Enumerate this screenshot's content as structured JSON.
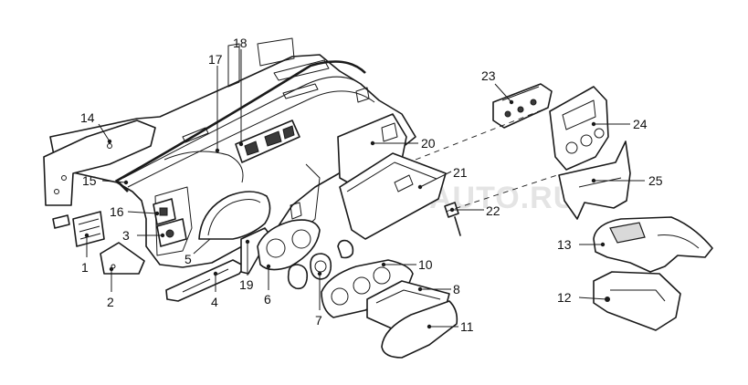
{
  "watermark": "AUTO.RU",
  "callouts": [
    {
      "id": "c1",
      "label": "1"
    },
    {
      "id": "c2",
      "label": "2"
    },
    {
      "id": "c3",
      "label": "3"
    },
    {
      "id": "c4",
      "label": "4"
    },
    {
      "id": "c5",
      "label": "5"
    },
    {
      "id": "c6",
      "label": "6"
    },
    {
      "id": "c7",
      "label": "7"
    },
    {
      "id": "c8",
      "label": "8"
    },
    {
      "id": "c10",
      "label": "10"
    },
    {
      "id": "c11",
      "label": "11"
    },
    {
      "id": "c12",
      "label": "12"
    },
    {
      "id": "c13",
      "label": "13"
    },
    {
      "id": "c14",
      "label": "14"
    },
    {
      "id": "c15",
      "label": "15"
    },
    {
      "id": "c16",
      "label": "16"
    },
    {
      "id": "c17",
      "label": "17"
    },
    {
      "id": "c18",
      "label": "18"
    },
    {
      "id": "c19",
      "label": "19"
    },
    {
      "id": "c20",
      "label": "20"
    },
    {
      "id": "c21",
      "label": "21"
    },
    {
      "id": "c22",
      "label": "22"
    },
    {
      "id": "c23",
      "label": "23"
    },
    {
      "id": "c24",
      "label": "24"
    },
    {
      "id": "c25",
      "label": "25"
    }
  ]
}
